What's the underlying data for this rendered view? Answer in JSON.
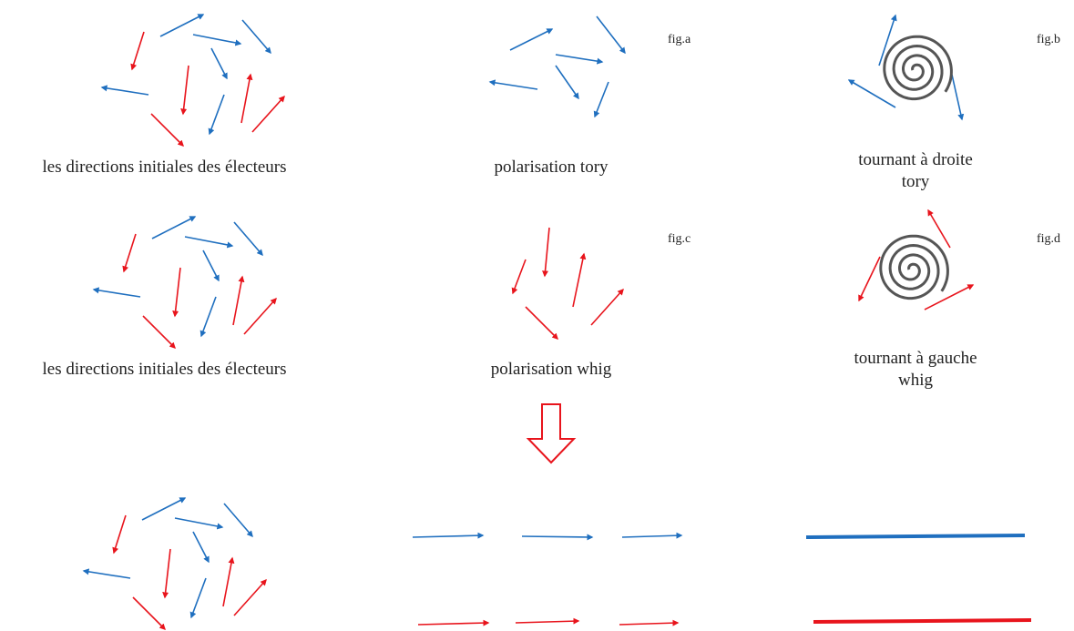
{
  "labels": {
    "initial_1": "les directions initiales des électeurs",
    "polarisation_tory": "polarisation tory",
    "turn_right_1": "tournant à droite",
    "turn_right_2": "tory",
    "initial_2": "les directions initiales des électeurs",
    "polarisation_whig": "polarisation whig",
    "turn_left_1": "tournant à gauche",
    "turn_left_2": "whig"
  },
  "figures": {
    "a": "fig.a",
    "b": "fig.b",
    "c": "fig.c",
    "d": "fig.d"
  },
  "colors": {
    "tory": "#1f6fbf",
    "whig": "#e8141c",
    "spiral": "#555555",
    "flow_arrow": "#e8141c"
  }
}
